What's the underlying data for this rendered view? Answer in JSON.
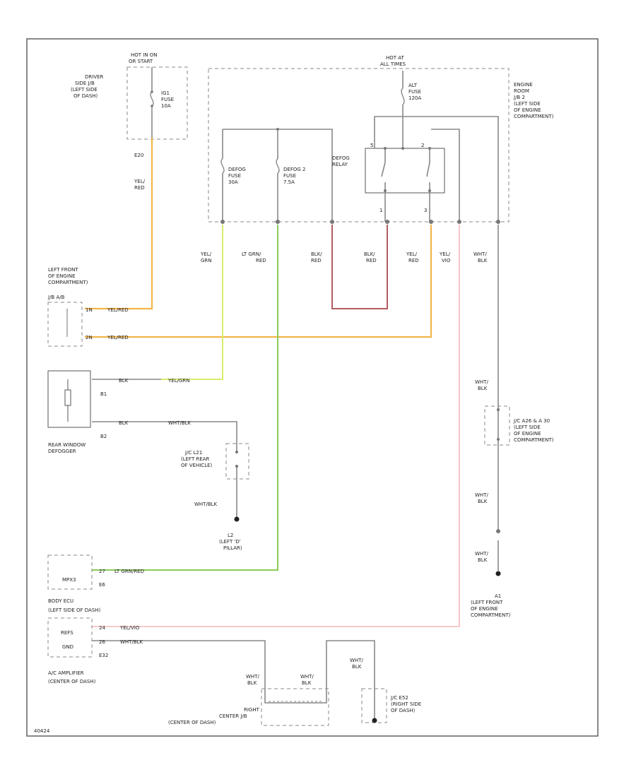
{
  "labels": {
    "hot_run_start": [
      "HOT IN ON",
      "OR START"
    ],
    "driver_jb": [
      "DRIVER",
      "SIDE J/B",
      "(LEFT SIDE",
      "OF DASH)"
    ],
    "iq1_fuse": [
      "IG1",
      "FUSE",
      "10A"
    ],
    "e20": "E20",
    "yel_red_1": [
      "YEL/",
      "RED"
    ],
    "hot_at_all_times": [
      "HOT AT",
      "ALL TIMES"
    ],
    "engine_room_jb": [
      "ENGINE",
      "ROOM",
      "J/B 2",
      "(LEFT SIDE",
      "OF ENGINE",
      "COMPARTMENT)"
    ],
    "alt_fuse": [
      "ALT",
      "FUSE",
      "120A"
    ],
    "defog_fuse": [
      "DEFOG",
      "FUSE",
      "30A"
    ],
    "defog2_fuse": [
      "DEFOG 2",
      "FUSE",
      "7.5A"
    ],
    "defog_relay": [
      "DEFOG",
      "RELAY"
    ],
    "relay_pins": [
      "5",
      "2",
      "1",
      "3"
    ],
    "wire_colors": [
      [
        "YEL/",
        "GRN"
      ],
      [
        "LT GRN/",
        "RED"
      ],
      [
        "BLK/",
        "RED"
      ],
      [
        "BLK/",
        "RED"
      ],
      [
        "YEL/",
        "RED"
      ],
      [
        "YEL/",
        "VIO"
      ],
      [
        "WHT/",
        "BLK"
      ]
    ],
    "left_front": [
      "LEFT FRONT",
      "OF ENGINE",
      "COMPARTMENT)"
    ],
    "j_block": "J/B A/B",
    "pins_yel_red": [
      "1N",
      "YEL/RED",
      "2N",
      "YEL/RED"
    ],
    "rear_pins": [
      "BLK",
      "YEL/GRN",
      "B1",
      "BLK",
      "WHT/BLK",
      "B2"
    ],
    "rear_defogger": [
      "REAR WINDOW",
      "DEFOGGER"
    ],
    "jc_l21": [
      "J/C L21",
      "(LEFT REAR",
      "OF VEHICLE)"
    ],
    "wht_blk_l2": "WHT/BLK",
    "l2_pillar": [
      "L2",
      "(LEFT 'D'",
      "PILLAR)"
    ],
    "mpx": [
      "27",
      "LT GRN/RED",
      "MPX3",
      "E6"
    ],
    "body_ecu": [
      "BODY ECU",
      "(LEFT SIDE OF DASH)"
    ],
    "amp": [
      "24",
      "YEL/VIO",
      "REFS",
      "GND",
      "26",
      "WHT/BLK",
      "E32"
    ],
    "ac_amplifier": [
      "A/C AMPLIFIER",
      "(CENTER OF DASH)"
    ],
    "right_jb": [
      "RIGHT",
      "CENTER J/B",
      "(CENTER OF DASH)"
    ],
    "wht_blk_bottom": [
      [
        "WHT/",
        "BLK"
      ],
      [
        "WHT/",
        "BLK"
      ],
      [
        "WHT/",
        "BLK"
      ]
    ],
    "jc_e52": [
      "J/C E52",
      "(RIGHT SIDE",
      "OF DASH)"
    ],
    "jc_a26": [
      "J/C A26 & A 30",
      "(LEFT SIDE",
      "OF ENGINE",
      "COMPARTMENT)"
    ],
    "wht_blk_right": [
      [
        "WHT/",
        "BLK"
      ],
      [
        "WHT/",
        "BLK"
      ],
      [
        "WHT/",
        "BLK"
      ]
    ],
    "a1": [
      "A1",
      "(LEFT FRONT",
      "OF ENGINE",
      "COMPARTMENT)"
    ],
    "page_id": "40424"
  }
}
